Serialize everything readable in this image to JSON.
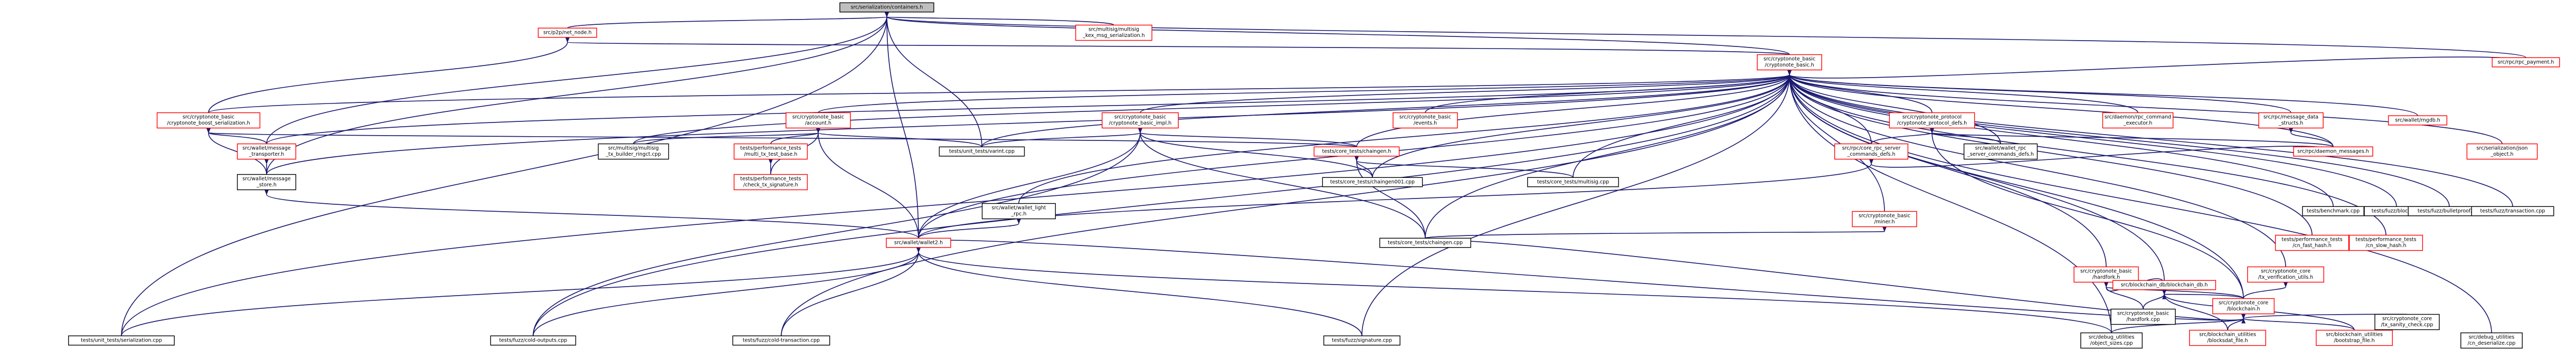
{
  "graph": {
    "nodes": [
      {
        "id": "n0",
        "lines": [
          "src/serialization/containers.h"
        ],
        "border": "root"
      },
      {
        "id": "n1",
        "lines": [
          "src/p2p/net_node.h"
        ],
        "border": "red"
      },
      {
        "id": "n2",
        "lines": [
          "src/multisig/multisig",
          "_kex_msg_serialization.h"
        ],
        "border": "red"
      },
      {
        "id": "n3",
        "lines": [
          "src/cryptonote_basic",
          "/cryptonote_basic.h"
        ],
        "border": "red"
      },
      {
        "id": "n4",
        "lines": [
          "src/cryptonote_basic",
          "/cryptonote_boost_serialization.h"
        ],
        "border": "red"
      },
      {
        "id": "n5",
        "lines": [
          "src/wallet/message",
          "_transporter.h"
        ],
        "border": "red"
      },
      {
        "id": "n6",
        "lines": [
          "src/wallet/message",
          "_store.h"
        ],
        "border": "black"
      },
      {
        "id": "n7",
        "lines": [
          "src/cryptonote_basic",
          "/account.h"
        ],
        "border": "red"
      },
      {
        "id": "n8",
        "lines": [
          "src/multisig/multisig",
          "_tx_builder_ringct.cpp"
        ],
        "border": "black"
      },
      {
        "id": "n9",
        "lines": [
          "tests/performance_tests",
          "/multi_tx_test_base.h"
        ],
        "border": "red"
      },
      {
        "id": "n10",
        "lines": [
          "tests/performance_tests",
          "/check_tx_signature.h"
        ],
        "border": "red"
      },
      {
        "id": "n11",
        "lines": [
          "src/cryptonote_basic",
          "/cryptonote_basic_impl.h"
        ],
        "border": "red"
      },
      {
        "id": "n12",
        "lines": [
          "tests/unit_tests/varint.cpp"
        ],
        "border": "black"
      },
      {
        "id": "n13",
        "lines": [
          "src/wallet/wallet_light",
          "_rpc.h"
        ],
        "border": "black"
      },
      {
        "id": "n14",
        "lines": [
          "src/cryptonote_basic",
          "/events.h"
        ],
        "border": "red"
      },
      {
        "id": "n15",
        "lines": [
          "tests/core_tests/chaingen.h"
        ],
        "border": "red"
      },
      {
        "id": "n16",
        "lines": [
          "tests/core_tests/chaingen001.cpp"
        ],
        "border": "black"
      },
      {
        "id": "n17",
        "lines": [
          "tests/core_tests/multisig.cpp"
        ],
        "border": "black"
      },
      {
        "id": "n18",
        "lines": [
          "src/cryptonote_protocol",
          "/cryptonote_protocol_defs.h"
        ],
        "border": "red"
      },
      {
        "id": "n19",
        "lines": [
          "src/rpc/core_rpc_server",
          "_commands_defs.h"
        ],
        "border": "red"
      },
      {
        "id": "n20",
        "lines": [
          "src/wallet/wallet_rpc",
          "_server_commands_defs.h"
        ],
        "border": "black"
      },
      {
        "id": "n21",
        "lines": [
          "src/cryptonote_basic",
          "/miner.h"
        ],
        "border": "red"
      },
      {
        "id": "n22",
        "lines": [
          "tests/core_tests/chaingen.cpp"
        ],
        "border": "black"
      },
      {
        "id": "n23",
        "lines": [
          "src/daemon/rpc_command",
          "_executor.h"
        ],
        "border": "red"
      },
      {
        "id": "n24",
        "lines": [
          "src/rpc/message_data",
          "_structs.h"
        ],
        "border": "red"
      },
      {
        "id": "n25",
        "lines": [
          "src/rpc/daemon_messages.h"
        ],
        "border": "red"
      },
      {
        "id": "n26",
        "lines": [
          "src/wallet/rngdb.h"
        ],
        "border": "red"
      },
      {
        "id": "n27",
        "lines": [
          "src/serialization/json",
          "_object.h"
        ],
        "border": "red"
      },
      {
        "id": "n28",
        "lines": [
          "tests/benchmark.cpp"
        ],
        "border": "black"
      },
      {
        "id": "n29",
        "lines": [
          "tests/fuzz/block.cpp"
        ],
        "border": "black"
      },
      {
        "id": "n30",
        "lines": [
          "tests/fuzz/bulletproof.cpp"
        ],
        "border": "black"
      },
      {
        "id": "n31",
        "lines": [
          "tests/fuzz/transaction.cpp"
        ],
        "border": "black"
      },
      {
        "id": "n32",
        "lines": [
          "tests/performance_tests",
          "/cn_fast_hash.h"
        ],
        "border": "red"
      },
      {
        "id": "n33",
        "lines": [
          "tests/performance_tests",
          "/cn_slow_hash.h"
        ],
        "border": "red"
      },
      {
        "id": "n34",
        "lines": [
          "src/cryptonote_basic",
          "/hardfork.h"
        ],
        "border": "red"
      },
      {
        "id": "n35",
        "lines": [
          "src/blockchain_db/blockchain_db.h"
        ],
        "border": "red"
      },
      {
        "id": "n36",
        "lines": [
          "src/cryptonote_basic",
          "/hardfork.cpp"
        ],
        "border": "black"
      },
      {
        "id": "n37",
        "lines": [
          "src/cryptonote_core",
          "/blockchain.h"
        ],
        "border": "red"
      },
      {
        "id": "n38",
        "lines": [
          "src/blockchain_utilities",
          "/blocksdat_file.h"
        ],
        "border": "red"
      },
      {
        "id": "n39",
        "lines": [
          "src/blockchain_utilities",
          "/bootstrap_file.h"
        ],
        "border": "red"
      },
      {
        "id": "n40",
        "lines": [
          "src/cryptonote_core",
          "/tx_sanity_check.cpp"
        ],
        "border": "black"
      },
      {
        "id": "n41",
        "lines": [
          "src/cryptonote_core",
          "/tx_verification_utils.h"
        ],
        "border": "red"
      },
      {
        "id": "n42",
        "lines": [
          "tests/unit_tests/serialization.cpp"
        ],
        "border": "black"
      },
      {
        "id": "n43",
        "lines": [
          "src/wallet/wallet2.h"
        ],
        "border": "red"
      },
      {
        "id": "n44",
        "lines": [
          "tests/fuzz/cold-outputs.cpp"
        ],
        "border": "black"
      },
      {
        "id": "n45",
        "lines": [
          "tests/fuzz/cold-transaction.cpp"
        ],
        "border": "black"
      },
      {
        "id": "n46",
        "lines": [
          "tests/fuzz/signature.cpp"
        ],
        "border": "black"
      },
      {
        "id": "n47",
        "lines": [
          "src/debug_utilities",
          "/object_sizes.cpp"
        ],
        "border": "black"
      },
      {
        "id": "n48",
        "lines": [
          "src/debug_utilities",
          "/cn_deserialize.cpp"
        ],
        "border": "black"
      },
      {
        "id": "n49",
        "lines": [
          "src/rpc/rpc_payment.h"
        ],
        "border": "red"
      }
    ]
  }
}
